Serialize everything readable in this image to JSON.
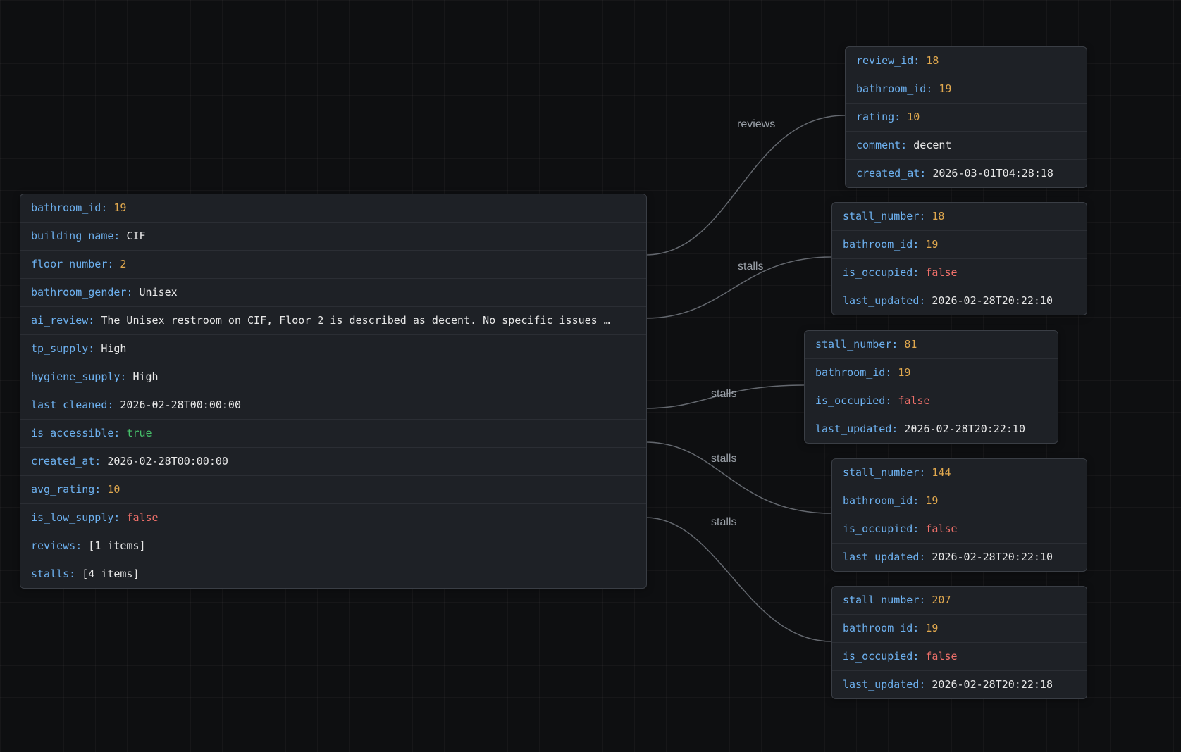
{
  "colors": {
    "background": "#0e0f11",
    "grid_line": "rgba(255,255,255,0.035)",
    "node_background": "#1e2126",
    "node_border": "#3a3e45",
    "row_divider": "#2b2e34",
    "key": "#6db1f0",
    "number": "#e0a84e",
    "string": "#e8e8e8",
    "boolean_true": "#46c06a",
    "boolean_false": "#f0706a",
    "edge": "#82878f",
    "edge_label": "#9ba1a9"
  },
  "nodes": {
    "bathroom": {
      "fields": [
        {
          "key": "bathroom_id:",
          "value": "19",
          "type": "number"
        },
        {
          "key": "building_name:",
          "value": "CIF",
          "type": "string"
        },
        {
          "key": "floor_number:",
          "value": "2",
          "type": "number"
        },
        {
          "key": "bathroom_gender:",
          "value": "Unisex",
          "type": "string"
        },
        {
          "key": "ai_review:",
          "value": "The Unisex restroom on CIF, Floor 2 is described as decent. No specific issues …",
          "type": "string"
        },
        {
          "key": "tp_supply:",
          "value": "High",
          "type": "string"
        },
        {
          "key": "hygiene_supply:",
          "value": "High",
          "type": "string"
        },
        {
          "key": "last_cleaned:",
          "value": "2026-02-28T00:00:00",
          "type": "string"
        },
        {
          "key": "is_accessible:",
          "value": "true",
          "type": "true"
        },
        {
          "key": "created_at:",
          "value": "2026-02-28T00:00:00",
          "type": "string"
        },
        {
          "key": "avg_rating:",
          "value": "10",
          "type": "number"
        },
        {
          "key": "is_low_supply:",
          "value": "false",
          "type": "false"
        },
        {
          "key": "reviews:",
          "value": "[1 items]",
          "type": "array"
        },
        {
          "key": "stalls:",
          "value": "[4 items]",
          "type": "array"
        }
      ]
    },
    "review": {
      "fields": [
        {
          "key": "review_id:",
          "value": "18",
          "type": "number"
        },
        {
          "key": "bathroom_id:",
          "value": "19",
          "type": "number"
        },
        {
          "key": "rating:",
          "value": "10",
          "type": "number"
        },
        {
          "key": "comment:",
          "value": "decent",
          "type": "string"
        },
        {
          "key": "created_at:",
          "value": "2026-03-01T04:28:18",
          "type": "string"
        }
      ]
    },
    "stall18": {
      "fields": [
        {
          "key": "stall_number:",
          "value": "18",
          "type": "number"
        },
        {
          "key": "bathroom_id:",
          "value": "19",
          "type": "number"
        },
        {
          "key": "is_occupied:",
          "value": "false",
          "type": "false"
        },
        {
          "key": "last_updated:",
          "value": "2026-02-28T20:22:10",
          "type": "string"
        }
      ]
    },
    "stall81": {
      "fields": [
        {
          "key": "stall_number:",
          "value": "81",
          "type": "number"
        },
        {
          "key": "bathroom_id:",
          "value": "19",
          "type": "number"
        },
        {
          "key": "is_occupied:",
          "value": "false",
          "type": "false"
        },
        {
          "key": "last_updated:",
          "value": "2026-02-28T20:22:10",
          "type": "string"
        }
      ]
    },
    "stall144": {
      "fields": [
        {
          "key": "stall_number:",
          "value": "144",
          "type": "number"
        },
        {
          "key": "bathroom_id:",
          "value": "19",
          "type": "number"
        },
        {
          "key": "is_occupied:",
          "value": "false",
          "type": "false"
        },
        {
          "key": "last_updated:",
          "value": "2026-02-28T20:22:10",
          "type": "string"
        }
      ]
    },
    "stall207": {
      "fields": [
        {
          "key": "stall_number:",
          "value": "207",
          "type": "number"
        },
        {
          "key": "bathroom_id:",
          "value": "19",
          "type": "number"
        },
        {
          "key": "is_occupied:",
          "value": "false",
          "type": "false"
        },
        {
          "key": "last_updated:",
          "value": "2026-02-28T20:22:18",
          "type": "string"
        }
      ]
    }
  },
  "edges": [
    {
      "label": "reviews"
    },
    {
      "label": "stalls"
    },
    {
      "label": "stalls"
    },
    {
      "label": "stalls"
    },
    {
      "label": "stalls"
    }
  ]
}
